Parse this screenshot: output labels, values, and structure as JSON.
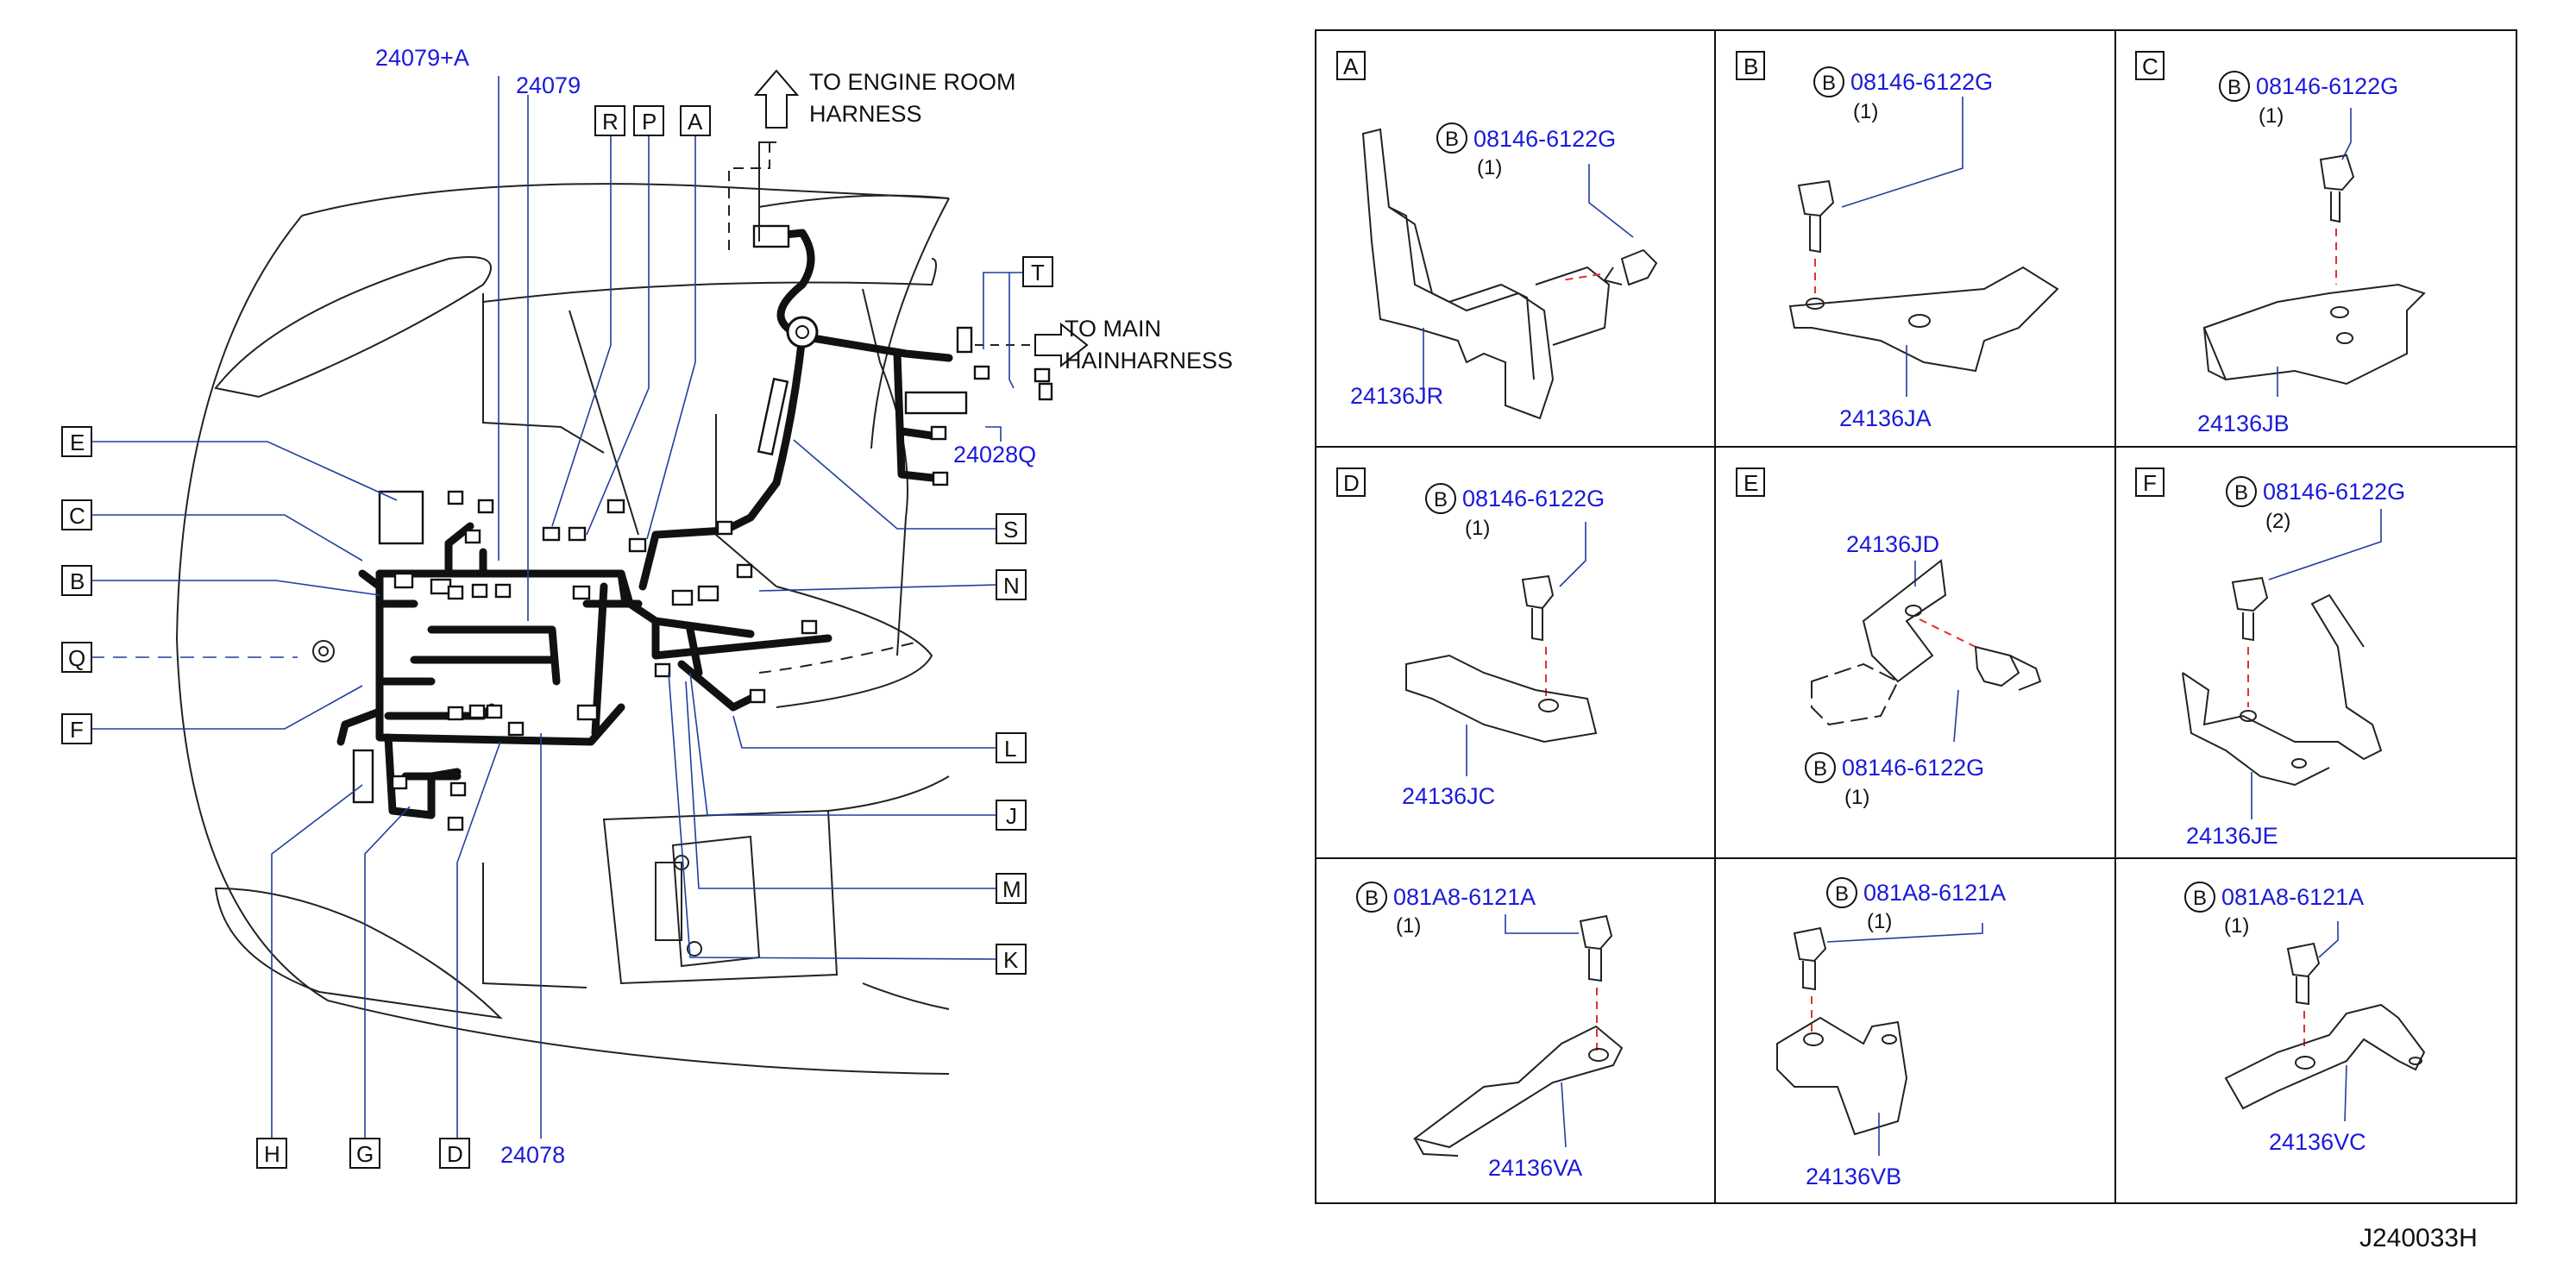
{
  "callouts_left": {
    "p24079a": "24079+A",
    "p24079": "24079",
    "p24078": "24078",
    "p24028q": "24028Q"
  },
  "view_letters": {
    "R": "R",
    "P": "P",
    "A": "A",
    "T": "T",
    "E": "E",
    "C": "C",
    "B": "B",
    "Q": "Q",
    "F": "F",
    "S": "S",
    "N": "N",
    "L": "L",
    "J": "J",
    "M": "M",
    "K": "K",
    "H": "H",
    "G": "G",
    "D": "D"
  },
  "notes": {
    "engine_l1": "TO  ENGINE  ROOM",
    "engine_l2": "HARNESS",
    "main_l1": "TO  MAIN",
    "main_l2": "HAINHARNESS"
  },
  "detail_panels": [
    {
      "letter": "A",
      "bolt_marker": "B",
      "bolt": "08146-6122G",
      "qty": "(1)",
      "part": "24136JR"
    },
    {
      "letter": "B",
      "bolt_marker": "B",
      "bolt": "08146-6122G",
      "qty": "(1)",
      "part": "24136JA"
    },
    {
      "letter": "C",
      "bolt_marker": "B",
      "bolt": "08146-6122G",
      "qty": "(1)",
      "part": "24136JB"
    },
    {
      "letter": "D",
      "bolt_marker": "B",
      "bolt": "08146-6122G",
      "qty": "(1)",
      "part": "24136JC"
    },
    {
      "letter": "E",
      "bolt_marker": "B",
      "bolt": "08146-6122G",
      "qty": "(1)",
      "part": "24136JD"
    },
    {
      "letter": "F",
      "bolt_marker": "B",
      "bolt": "08146-6122G",
      "qty": "(2)",
      "part": "24136JE"
    },
    {
      "letter": "",
      "bolt_marker": "B",
      "bolt": "081A8-6121A",
      "qty": "(1)",
      "part": "24136VA"
    },
    {
      "letter": "",
      "bolt_marker": "B",
      "bolt": "081A8-6121A",
      "qty": "(1)",
      "part": "24136VB"
    },
    {
      "letter": "",
      "bolt_marker": "B",
      "bolt": "081A8-6121A",
      "qty": "(1)",
      "part": "24136VC"
    }
  ],
  "figure_id": "J240033H"
}
